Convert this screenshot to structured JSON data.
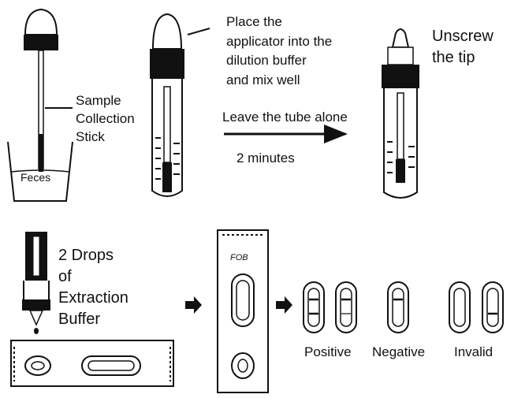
{
  "step1": {
    "stick_label": [
      "Sample",
      "Collection",
      "Stick"
    ],
    "container_label": "Feces"
  },
  "step2": {
    "instruction": [
      "Place the",
      "applicator into the",
      "dilution buffer",
      "and mix well"
    ]
  },
  "step3": {
    "action": "Leave the tube alone",
    "duration": "2 minutes"
  },
  "step4": {
    "instruction": [
      "Unscrew",
      "the tip"
    ]
  },
  "step5": {
    "instruction": [
      "2 Drops",
      "of",
      "Extraction",
      "Buffer"
    ],
    "cassette_text": "FOB"
  },
  "results": {
    "positive": "Positive",
    "negative": "Negative",
    "invalid": "Invalid"
  }
}
